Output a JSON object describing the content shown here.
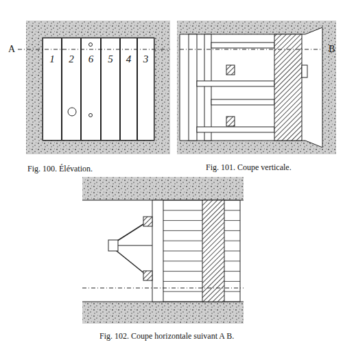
{
  "diagram": {
    "nodes": [
      {
        "text": [
          "1"
        ]
      },
      {
        "text": [
          "2"
        ]
      },
      {
        "text": [
          "6"
        ]
      },
      {
        "text": [
          "5"
        ]
      },
      {
        "text": [
          "4"
        ]
      },
      {
        "text": [
          "3"
        ]
      }
    ],
    "labels": [
      "A",
      "B",
      "Fig. 100. Élévation.",
      "Fig. 101. Coupe verticale.",
      "Fig. 102. Coupe horizontale suivant A B."
    ]
  }
}
